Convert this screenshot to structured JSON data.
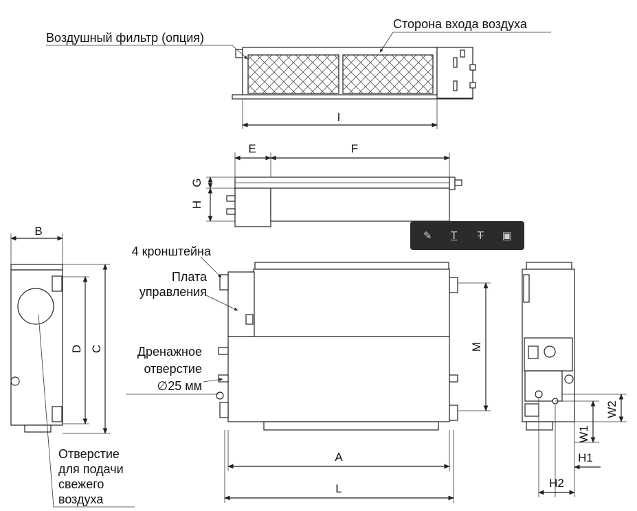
{
  "labels": {
    "air_filter": "Воздушный фильтр (опция)",
    "air_inlet_side": "Сторона входа воздуха",
    "brackets": "4 кронштейна",
    "control_board_1": "Плата",
    "control_board_2": "управления",
    "drain_1": "Дренажное",
    "drain_2": "отверстие",
    "drain_3": "∅25 мм",
    "fresh_air_1": "Отверстие",
    "fresh_air_2": "для подачи",
    "fresh_air_3": "свежего",
    "fresh_air_4": "воздуха"
  },
  "dimensions": {
    "I": "I",
    "E": "E",
    "F": "F",
    "G": "G",
    "H": "H",
    "B": "B",
    "C": "C",
    "D": "D",
    "M": "M",
    "A": "A",
    "L": "L",
    "W1": "W1",
    "W2": "W2",
    "H1": "H1",
    "H2": "H2"
  },
  "toolbar": {
    "icons": [
      "highlight-pen-icon",
      "underline-text-icon",
      "strikethrough-text-icon",
      "area-select-icon"
    ]
  }
}
